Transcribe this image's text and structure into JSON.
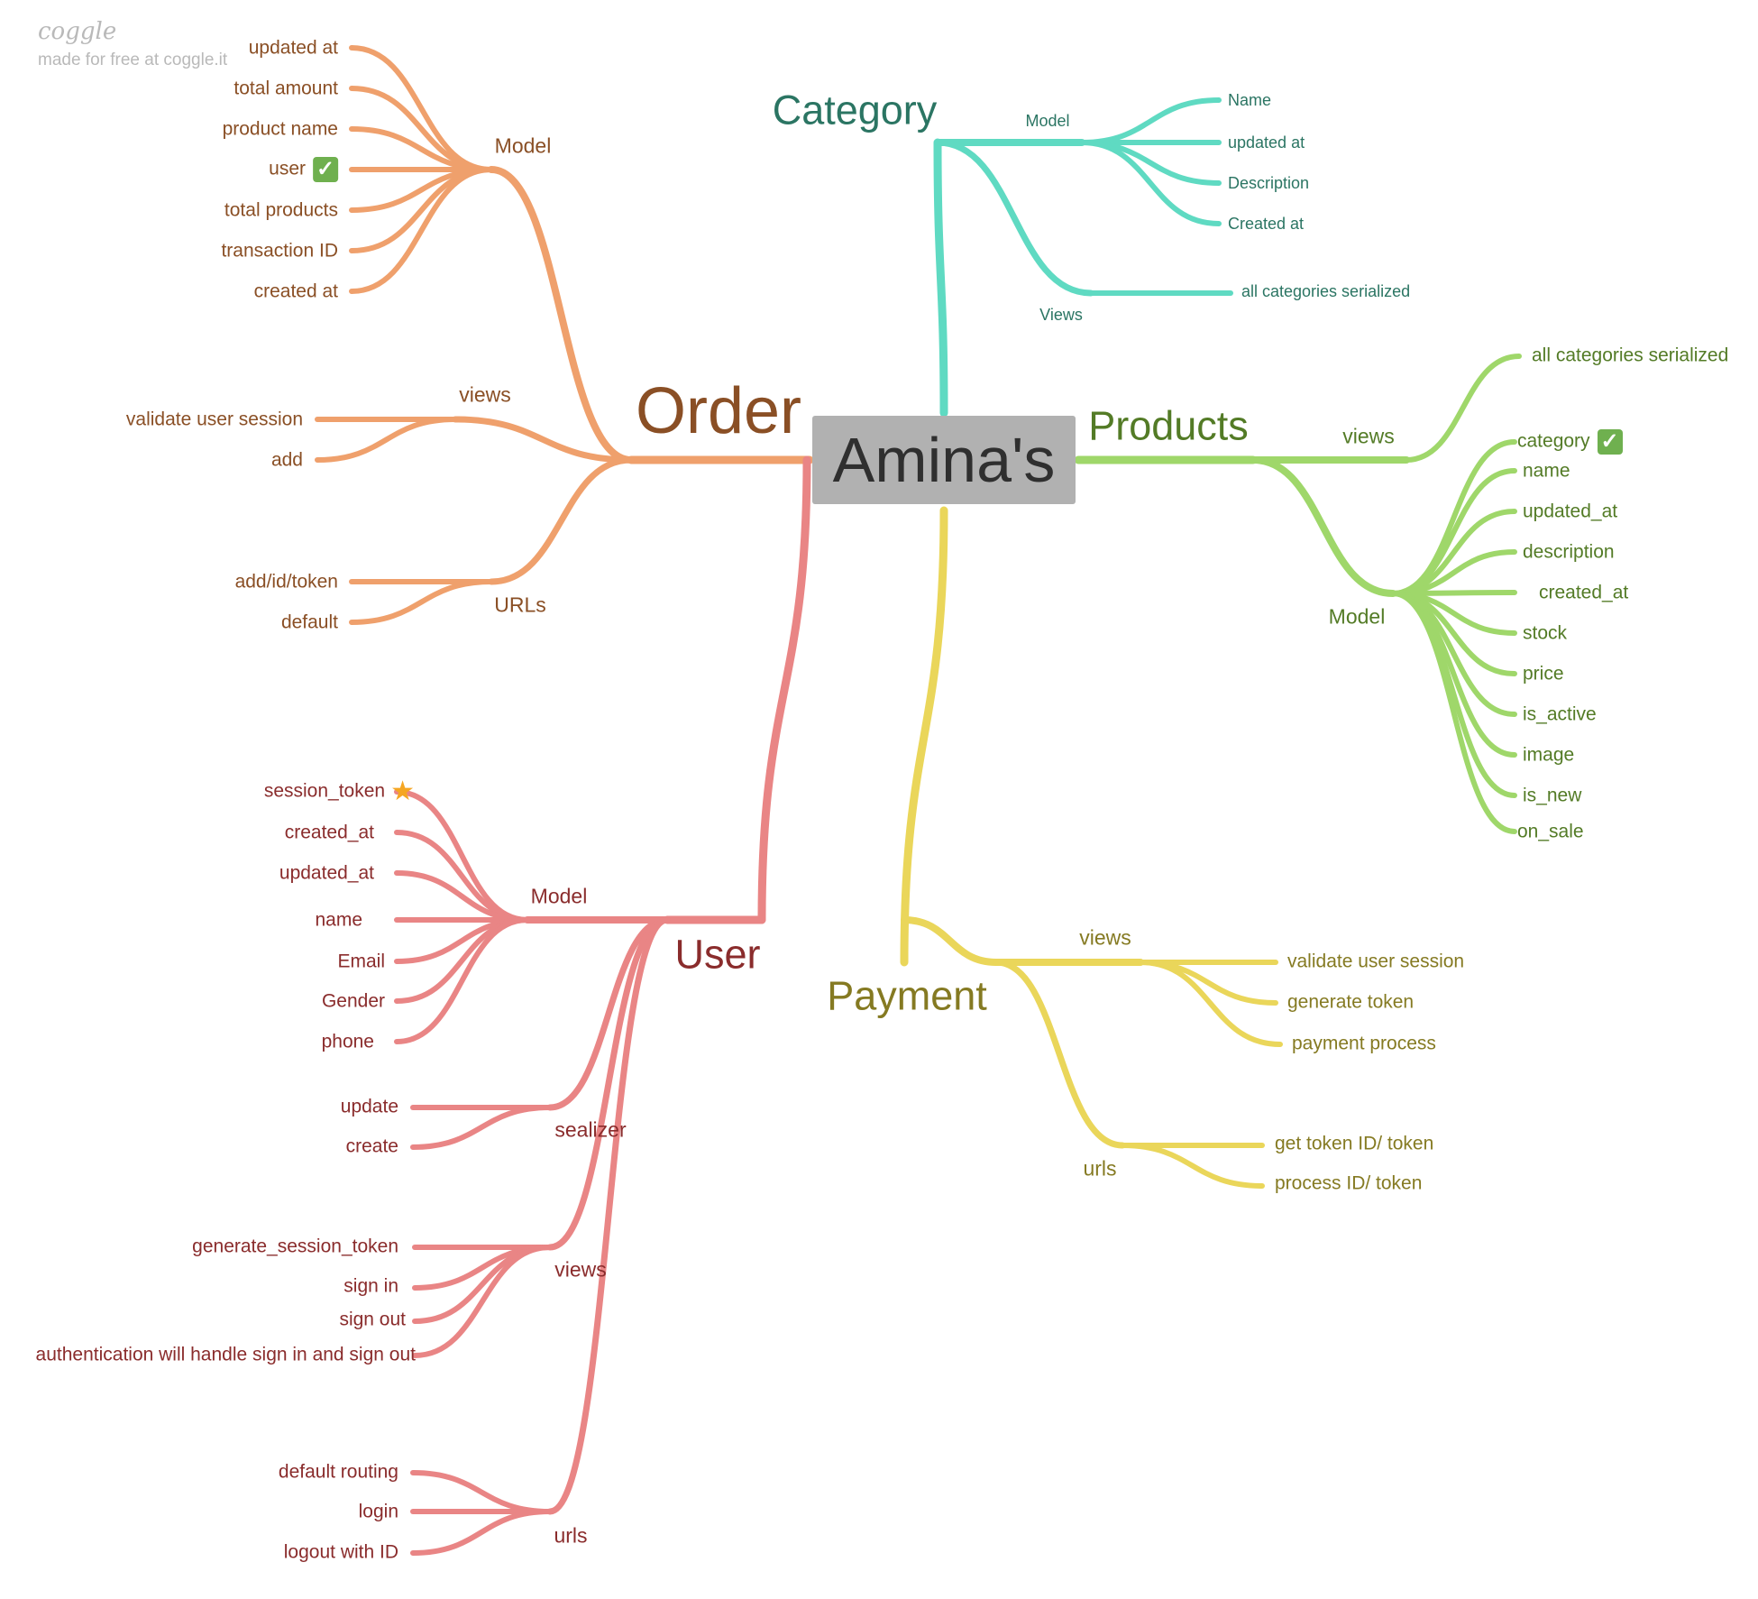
{
  "brand": {
    "logo": "coggle",
    "tagline": "made for free at coggle.it"
  },
  "root": {
    "label": "Amina's"
  },
  "colors": {
    "order_line": "#efa06c",
    "order_text": "#8a4f25",
    "category_line": "#5fdac2",
    "category_text": "#2b7563",
    "products_line": "#9fd76a",
    "products_text": "#537b26",
    "payment_line": "#eaD65a",
    "payment_text": "#857a22",
    "user_line": "#e98585",
    "user_text": "#8a2c2c",
    "root_box": "#b1b1b1"
  },
  "order": {
    "label": "Order",
    "model": {
      "label": "Model",
      "items": [
        "updated at",
        "total amount",
        "product name",
        "user",
        "total products",
        "transaction ID",
        "created at"
      ]
    },
    "views": {
      "label": "views",
      "items": [
        "validate user session",
        "add"
      ]
    },
    "urls": {
      "label": "URLs",
      "items": [
        "add/id/token",
        "default"
      ]
    }
  },
  "category": {
    "label": "Category",
    "model": {
      "label": "Model",
      "items": [
        "Name",
        "updated at",
        "Description",
        "Created at"
      ]
    },
    "views": {
      "label": "Views",
      "items": [
        "all categories serialized"
      ]
    }
  },
  "products": {
    "label": "Products",
    "views": {
      "label": "views",
      "items": [
        "all categories serialized"
      ]
    },
    "model": {
      "label": "Model",
      "items": [
        "category",
        "name",
        "updated_at",
        "description",
        "created_at",
        "stock",
        "price",
        "is_active",
        "image",
        "is_new",
        "on_sale"
      ]
    }
  },
  "payment": {
    "label": "Payment",
    "views": {
      "label": "views",
      "items": [
        "validate user session",
        "generate token",
        "payment process"
      ]
    },
    "urls": {
      "label": "urls",
      "items": [
        "get token ID/ token",
        "process ID/ token"
      ]
    }
  },
  "user": {
    "label": "User",
    "model": {
      "label": "Model",
      "items": [
        "session_token",
        "created_at",
        "updated_at",
        "name",
        "Email",
        "Gender",
        "phone"
      ]
    },
    "serializer": {
      "label": "sealizer",
      "items": [
        "update",
        "create"
      ]
    },
    "views": {
      "label": "views",
      "items": [
        "generate_session_token",
        "sign in",
        "sign out",
        "authentication will handle sign in and sign out"
      ]
    },
    "urls": {
      "label": "urls",
      "items": [
        "default routing",
        "login",
        "logout with ID"
      ]
    }
  }
}
